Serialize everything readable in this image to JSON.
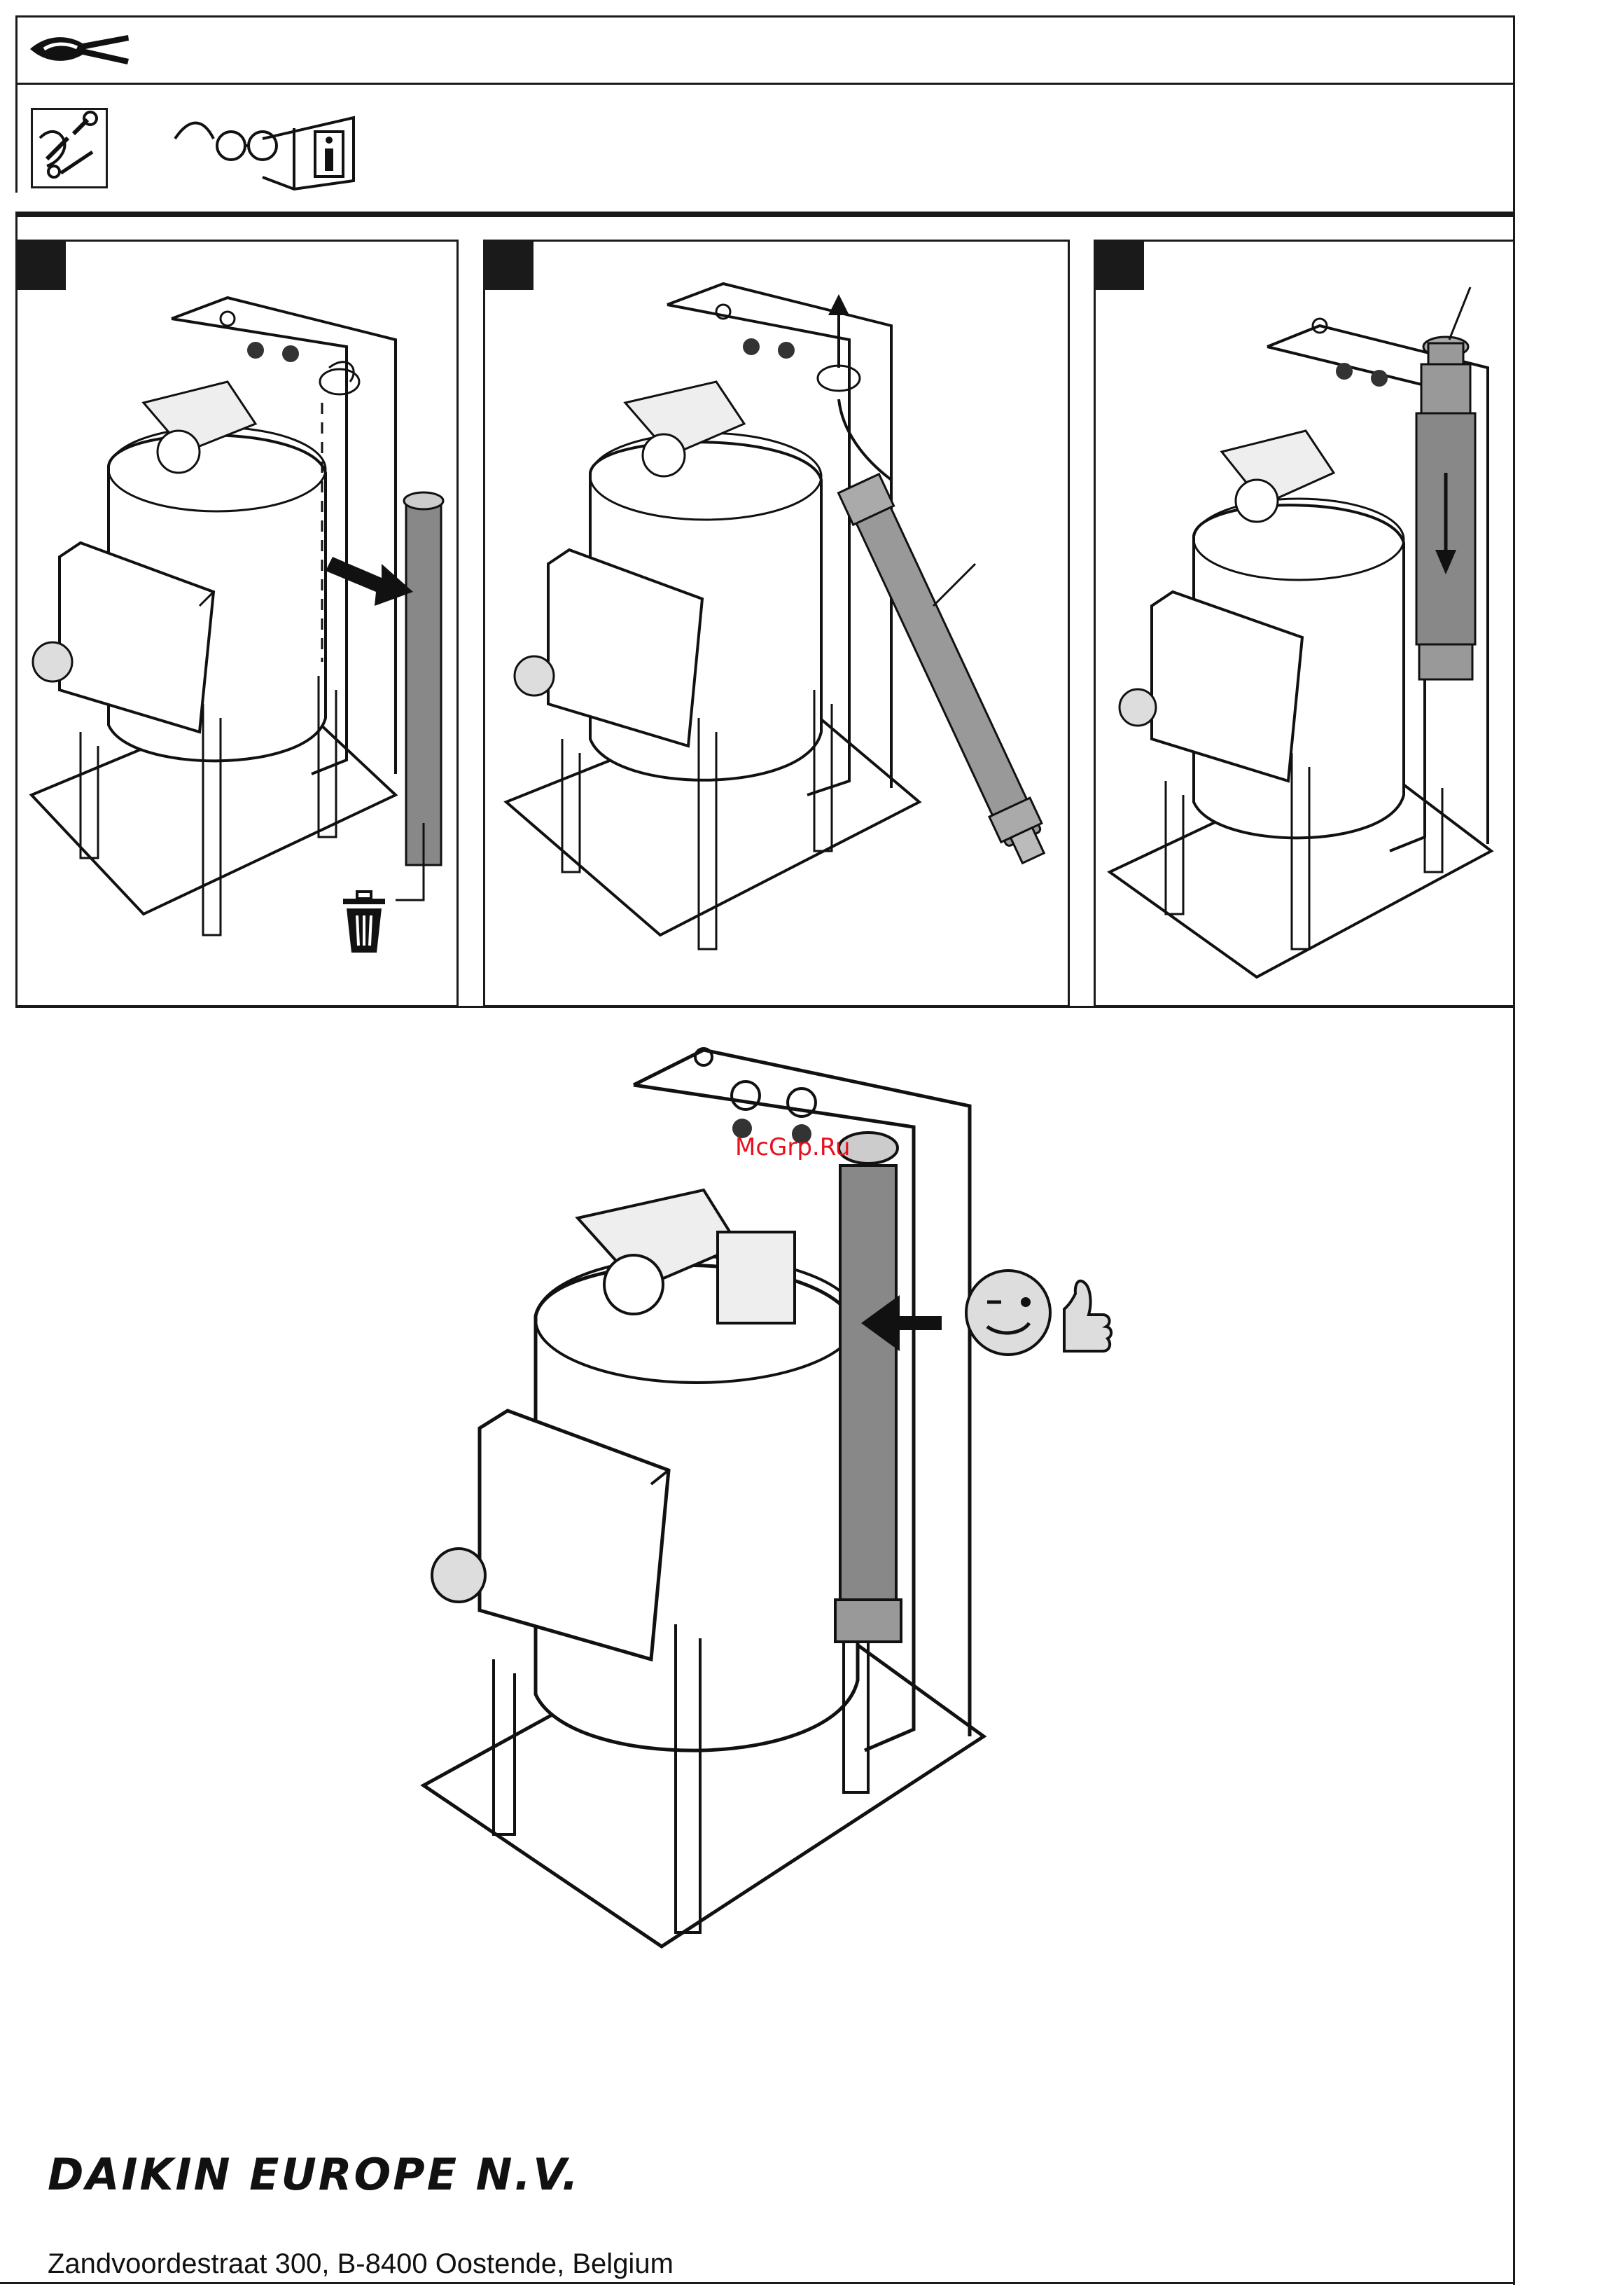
{
  "header": {
    "tool_icon": "pliers-icon",
    "safety_icons": [
      "installer-icon",
      "read-manual-icon"
    ]
  },
  "steps": [
    {
      "badge": "step-1-badge",
      "icons": [
        "dispose-bin-icon"
      ]
    },
    {
      "badge": "step-2-badge",
      "icons": [
        "up-arrow-icon"
      ]
    },
    {
      "badge": "step-3-badge",
      "icons": [
        "down-arrow-icon"
      ]
    }
  ],
  "result": {
    "icons": [
      "smiley-thumbs-up-icon"
    ]
  },
  "watermark": {
    "text": "McGrp.Ru",
    "color": "#e8101c"
  },
  "footer": {
    "company": "DAIKIN EUROPE N.V.",
    "address": "Zandvoordestraat 300, B-8400 Oostende, Belgium"
  }
}
